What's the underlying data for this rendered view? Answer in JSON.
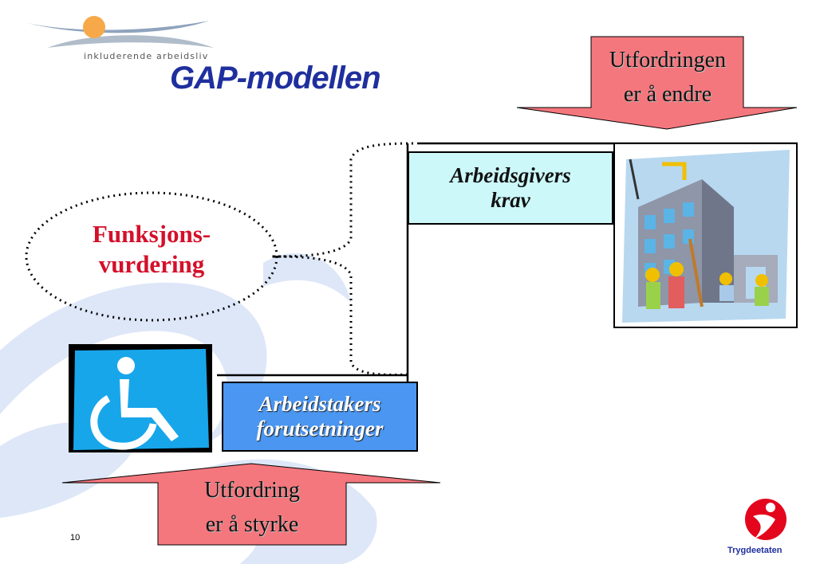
{
  "header": {
    "logo_text": "inkluderende arbeidsliv",
    "title": "GAP-modellen"
  },
  "diagram": {
    "challenge_top": {
      "line1": "Utfordringen",
      "line2": "er å endre"
    },
    "employer_box": {
      "line1": "Arbeidsgivers",
      "line2": "krav"
    },
    "assessment_ellipse": {
      "line1": "Funksjons-",
      "line2": "vurdering"
    },
    "employee_box": {
      "line1": "Arbeidstakers",
      "line2": "forutsetninger"
    },
    "challenge_bottom": {
      "line1": "Utfordring",
      "line2": "er å styrke"
    }
  },
  "footer": {
    "page_number": "10",
    "brand": "Trygdeetaten"
  },
  "colors": {
    "title": "#1f2f9e",
    "arrow_fill": "#f4777d",
    "employer_box": "#ccf8fa",
    "employee_box": "#4a96f0",
    "assessment_text": "#d4102a",
    "wheelchair_bg": "#18a6ea",
    "watermark": "#dde7f8",
    "brand_red": "#e3061c"
  },
  "icons": {
    "logo": "sun-over-horizon-logo",
    "employer_image": "construction-workers-clipart",
    "employee_image": "wheelchair-icon",
    "brand_logo": "trygdeetaten-figure-icon"
  }
}
